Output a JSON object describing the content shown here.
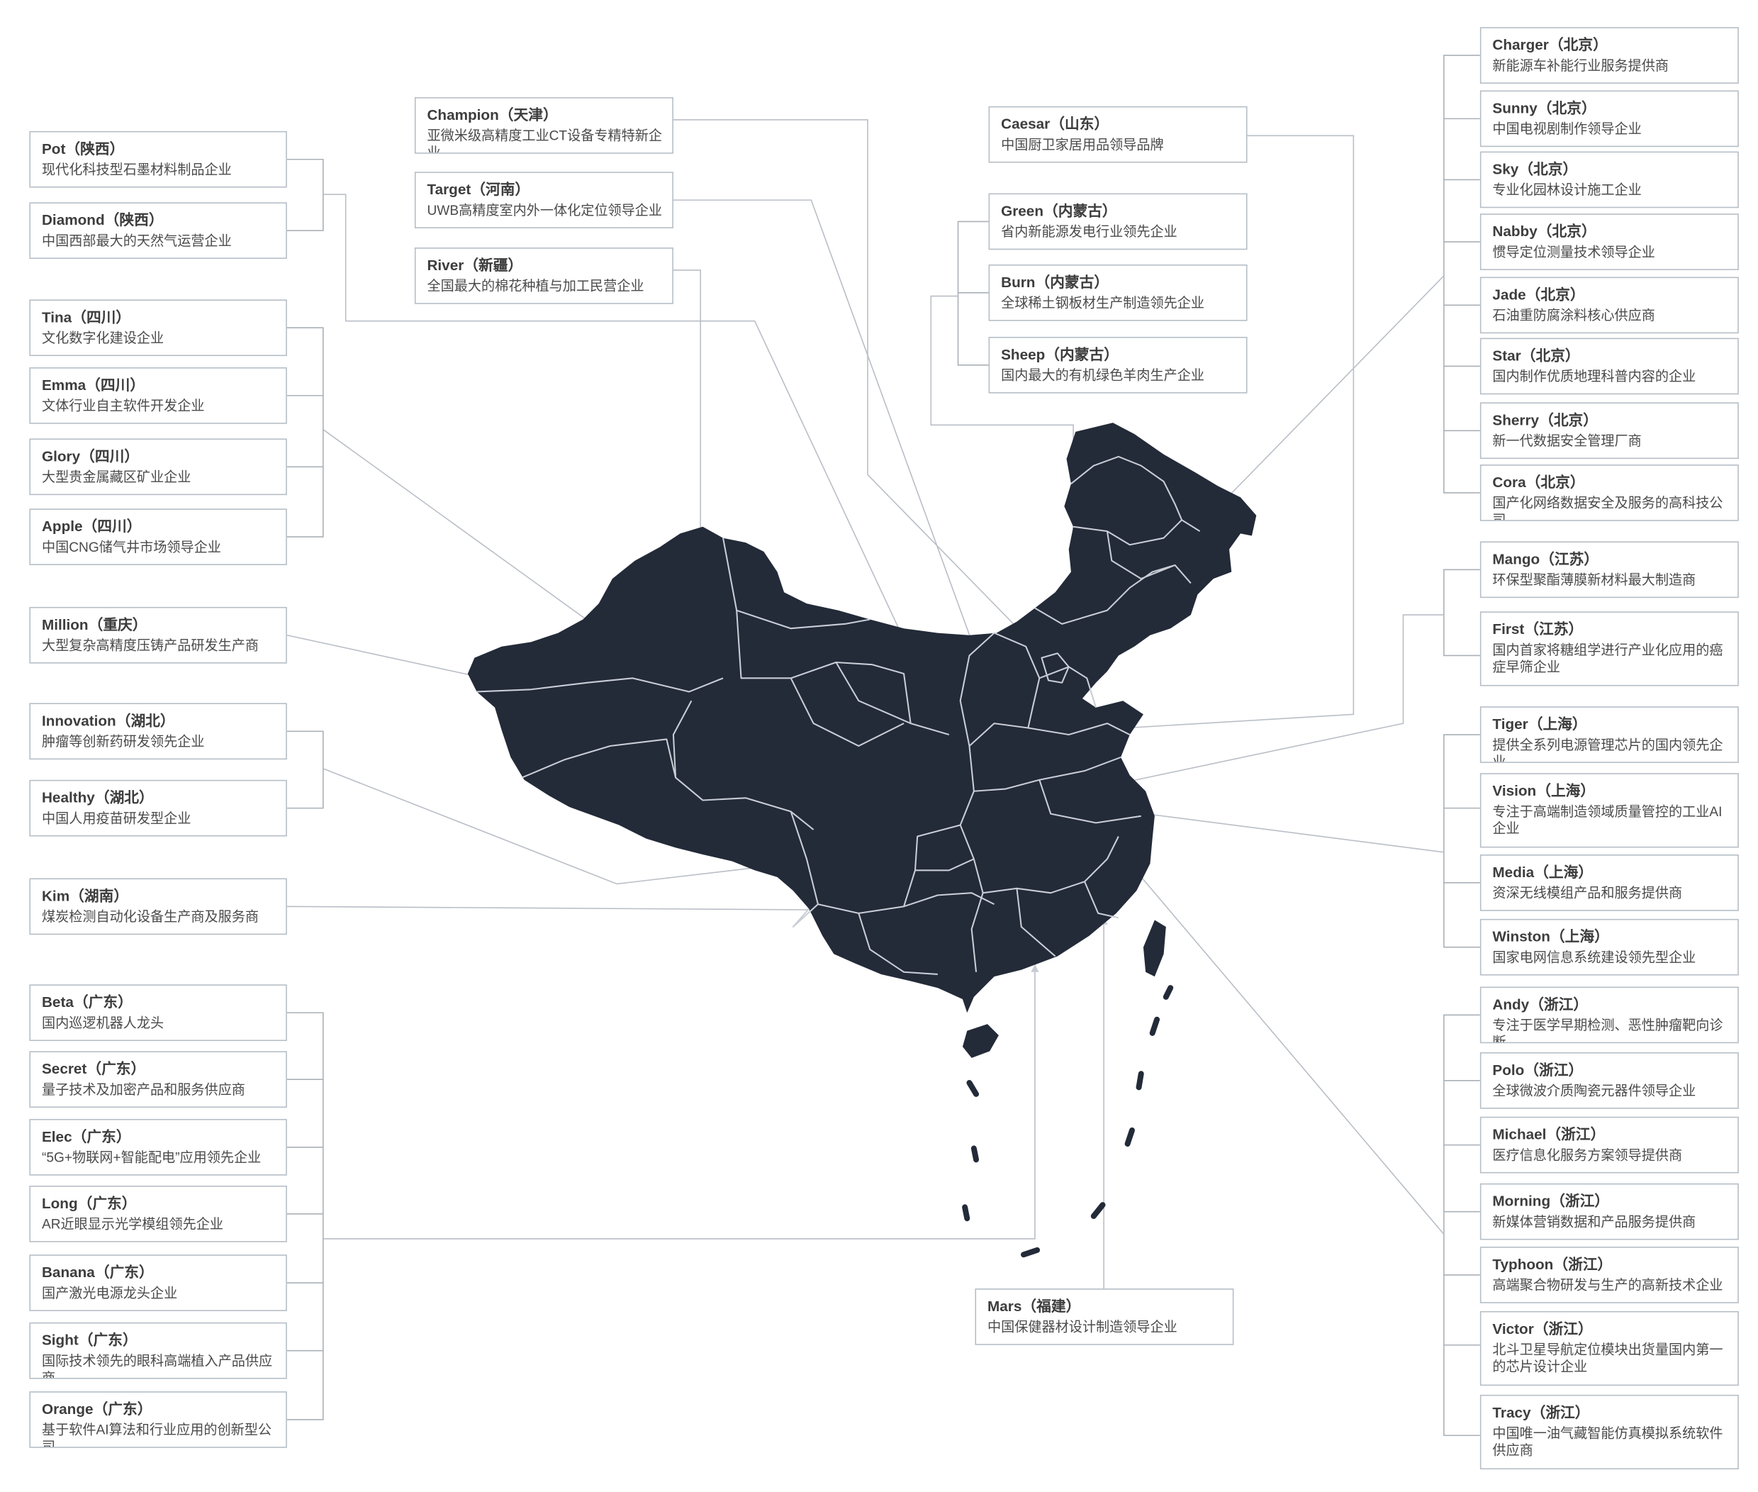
{
  "map_data": {
    "type": "map",
    "region": "China",
    "land_color": "#232a38",
    "border_color": "#c9cdd6",
    "card_border_color": "#b5bec6",
    "companies": [
      {
        "name": "Pot",
        "region": "陕西",
        "desc": "现代化科技型石墨材料制品企业"
      },
      {
        "name": "Diamond",
        "region": "陕西",
        "desc": "中国西部最大的天然气运营企业"
      },
      {
        "name": "Tina",
        "region": "四川",
        "desc": "文化数字化建设企业"
      },
      {
        "name": "Emma",
        "region": "四川",
        "desc": "文体行业自主软件开发企业"
      },
      {
        "name": "Glory",
        "region": "四川",
        "desc": "大型贵金属藏区矿业企业"
      },
      {
        "name": "Apple",
        "region": "四川",
        "desc": "中国CNG储气井市场领导企业"
      },
      {
        "name": "Million",
        "region": "重庆",
        "desc": "大型复杂高精度压铸产品研发生产商"
      },
      {
        "name": "Innovation",
        "region": "湖北",
        "desc": "肿瘤等创新药研发领先企业"
      },
      {
        "name": "Healthy",
        "region": "湖北",
        "desc": "中国人用疫苗研发型企业"
      },
      {
        "name": "Kim",
        "region": "湖南",
        "desc": "煤炭检测自动化设备生产商及服务商"
      },
      {
        "name": "Beta",
        "region": "广东",
        "desc": "国内巡逻机器人龙头"
      },
      {
        "name": "Secret",
        "region": "广东",
        "desc": "量子技术及加密产品和服务供应商"
      },
      {
        "name": "Elec",
        "region": "广东",
        "desc": "“5G+物联网+智能配电”应用领先企业"
      },
      {
        "name": "Long",
        "region": "广东",
        "desc": "AR近眼显示光学模组领先企业"
      },
      {
        "name": "Banana",
        "region": "广东",
        "desc": "国产激光电源龙头企业"
      },
      {
        "name": "Sight",
        "region": "广东",
        "desc": "国际技术领先的眼科高端植入产品供应商"
      },
      {
        "name": "Orange",
        "region": "广东",
        "desc": "基于软件AI算法和行业应用的创新型公司"
      },
      {
        "name": "Champion",
        "region": "天津",
        "desc": "亚微米级高精度工业CT设备专精特新企业"
      },
      {
        "name": "Target",
        "region": "河南",
        "desc": "UWB高精度室内外一体化定位领导企业"
      },
      {
        "name": "River",
        "region": "新疆",
        "desc": "全国最大的棉花种植与加工民营企业"
      },
      {
        "name": "Caesar",
        "region": "山东",
        "desc": "中国厨卫家居用品领导品牌"
      },
      {
        "name": "Green",
        "region": "内蒙古",
        "desc": "省内新能源发电行业领先企业"
      },
      {
        "name": "Burn",
        "region": "内蒙古",
        "desc": "全球稀土钢板材生产制造领先企业"
      },
      {
        "name": "Sheep",
        "region": "内蒙古",
        "desc": "国内最大的有机绿色羊肉生产企业"
      },
      {
        "name": "Mars",
        "region": "福建",
        "desc": "中国保健器材设计制造领导企业"
      },
      {
        "name": "Charger",
        "region": "北京",
        "desc": "新能源车补能行业服务提供商"
      },
      {
        "name": "Sunny",
        "region": "北京",
        "desc": "中国电视剧制作领导企业"
      },
      {
        "name": "Sky",
        "region": "北京",
        "desc": "专业化园林设计施工企业"
      },
      {
        "name": "Nabby",
        "region": "北京",
        "desc": "惯导定位测量技术领导企业"
      },
      {
        "name": "Jade",
        "region": "北京",
        "desc": "石油重防腐涂料核心供应商"
      },
      {
        "name": "Star",
        "region": "北京",
        "desc": "国内制作优质地理科普内容的企业"
      },
      {
        "name": "Sherry",
        "region": "北京",
        "desc": "新一代数据安全管理厂商"
      },
      {
        "name": "Cora",
        "region": "北京",
        "desc": "国产化网络数据安全及服务的高科技公司"
      },
      {
        "name": "Mango",
        "region": "江苏",
        "desc": "环保型聚酯薄膜新材料最大制造商"
      },
      {
        "name": "First",
        "region": "江苏",
        "desc": "国内首家将糖组学进行产业化应用的癌症早筛企业"
      },
      {
        "name": "Tiger",
        "region": "上海",
        "desc": "提供全系列电源管理芯片的国内领先企业"
      },
      {
        "name": "Vision",
        "region": "上海",
        "desc": "专注于高端制造领域质量管控的工业AI企业"
      },
      {
        "name": "Media",
        "region": "上海",
        "desc": "资深无线模组产品和服务提供商"
      },
      {
        "name": "Winston",
        "region": "上海",
        "desc": "国家电网信息系统建设领先型企业"
      },
      {
        "name": "Andy",
        "region": "浙江",
        "desc": "专注于医学早期检测、恶性肿瘤靶向诊断"
      },
      {
        "name": "Polo",
        "region": "浙江",
        "desc": "全球微波介质陶瓷元器件领导企业"
      },
      {
        "name": "Michael",
        "region": "浙江",
        "desc": "医疗信息化服务方案领导提供商"
      },
      {
        "name": "Morning",
        "region": "浙江",
        "desc": "新媒体营销数据和产品服务提供商"
      },
      {
        "name": "Typhoon",
        "region": "浙江",
        "desc": "高端聚合物研发与生产的高新技术企业"
      },
      {
        "name": "Victor",
        "region": "浙江",
        "desc": "北斗卫星导航定位模块出货量国内第一的芯片设计企业"
      },
      {
        "name": "Tracy",
        "region": "浙江",
        "desc": "中国唯一油气藏智能仿真模拟系统软件供应商"
      }
    ]
  }
}
